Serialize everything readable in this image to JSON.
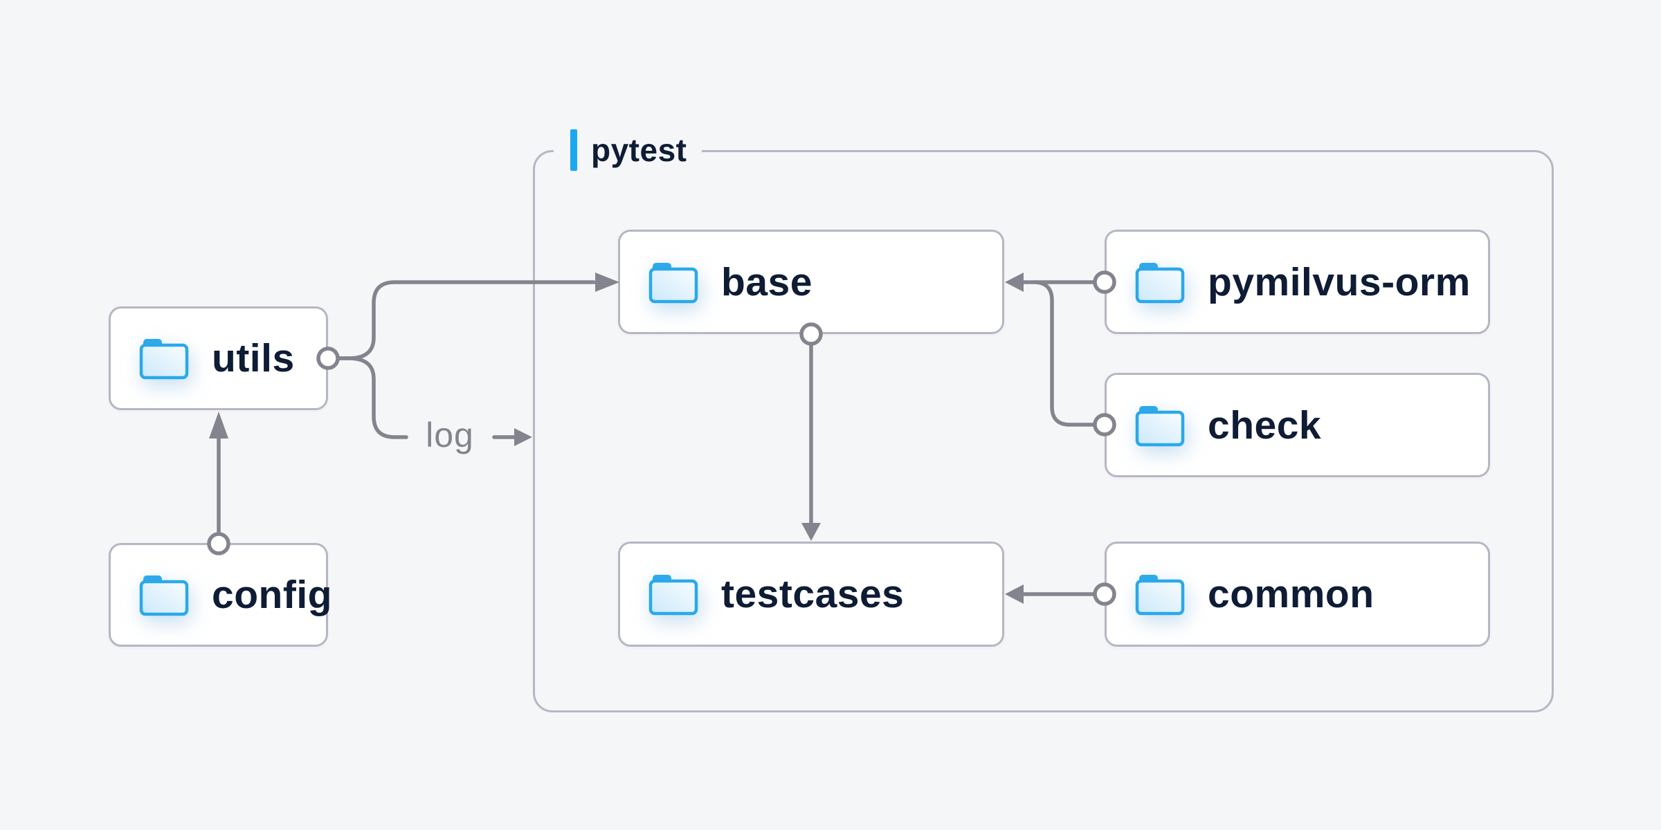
{
  "diagram": {
    "title_group": {
      "label": "pytest",
      "accent_color": "#19a9ee"
    },
    "nodes": {
      "utils": {
        "label": "utils",
        "icon": "folder-icon"
      },
      "config": {
        "label": "config",
        "icon": "folder-icon"
      },
      "base": {
        "label": "base",
        "icon": "folder-icon",
        "group": "pytest"
      },
      "pymilvus": {
        "label": "pymilvus-orm",
        "icon": "folder-icon"
      },
      "check": {
        "label": "check",
        "icon": "folder-icon"
      },
      "testcases": {
        "label": "testcases",
        "icon": "folder-icon",
        "group": "pytest"
      },
      "common": {
        "label": "common",
        "icon": "folder-icon"
      }
    },
    "edges": {
      "log_label": "log",
      "list": [
        {
          "from": "config",
          "to": "utils"
        },
        {
          "from": "utils",
          "to": "base"
        },
        {
          "from": "utils",
          "to": "log",
          "label": "log"
        },
        {
          "from": "pymilvus-orm",
          "to": "base"
        },
        {
          "from": "check",
          "to": "base"
        },
        {
          "from": "base",
          "to": "testcases"
        },
        {
          "from": "common",
          "to": "testcases"
        }
      ]
    },
    "colors": {
      "background": "#f5f6f8",
      "node_background": "#ffffff",
      "node_border": "#b6b6c4",
      "group_border": "#b6b6c4",
      "connector": "#84848e",
      "accent_blue": "#19a9ee",
      "folder_blue": "#29a9ea",
      "text_dark": "#0e1c35",
      "text_gray": "#84848e"
    }
  }
}
